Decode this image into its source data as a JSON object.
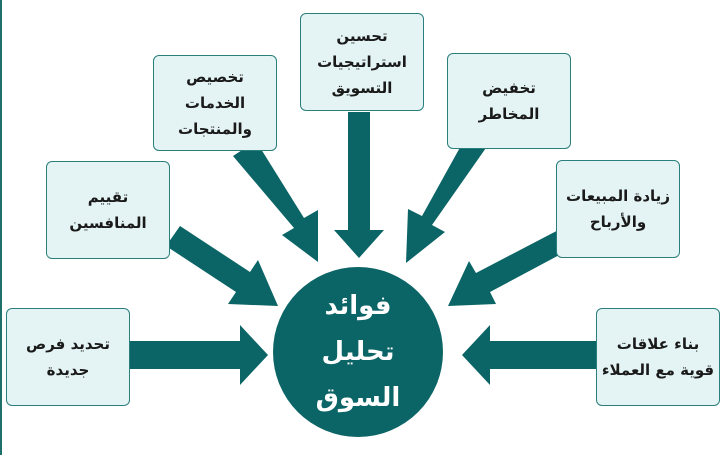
{
  "center": {
    "lines": [
      "فوائد",
      "تحليل",
      "السوق"
    ]
  },
  "boxes": [
    {
      "id": "improve-marketing",
      "lines": [
        "تحسين",
        "استراتيجيات",
        "التسويق"
      ]
    },
    {
      "id": "customize-services",
      "lines": [
        "تخصيص",
        "الخدمات",
        "والمنتجات"
      ]
    },
    {
      "id": "reduce-risks",
      "lines": [
        "تخفيض",
        "المخاطر"
      ]
    },
    {
      "id": "evaluate-competitors",
      "lines": [
        "تقييم",
        "المنافسين"
      ]
    },
    {
      "id": "increase-sales",
      "lines": [
        "زيادة المبيعات",
        "والأرباح"
      ]
    },
    {
      "id": "new-opportunities",
      "lines": [
        "تحديد فرص",
        "جديدة"
      ]
    },
    {
      "id": "customer-relations",
      "lines": [
        "بناء علاقات",
        "قوية مع العملاء"
      ]
    }
  ],
  "colors": {
    "arrow": "#0b6465",
    "center": "#0b6465",
    "box_fill": "#e4f3f4",
    "box_border": "#2a7e7c"
  }
}
